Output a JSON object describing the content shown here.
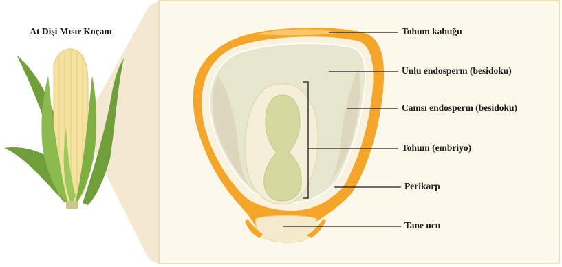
{
  "cob_title": "At Dişi Mısır Koçanı",
  "labels": {
    "seed_coat": "Tohum kabuğu",
    "floury_endosperm": "Unlu endosperm (besidoku)",
    "glassy_endosperm": "Camsı endosperm (besidoku)",
    "embryo": "Tohum (embriyo)",
    "pericarp": "Perikarp",
    "tip_cap": "Tane ucu"
  },
  "colors": {
    "panel_fill": "#fcf8ea",
    "panel_border": "#eee0b5",
    "wedge": "#f3e8d0",
    "seed_coat": "#f3a62a",
    "endosperm": "#e7e7d0",
    "glassy_endosperm": "#ddd8bd",
    "embryo_outer": "#f4efd9",
    "embryo_inner": "#d5d9a0",
    "husk": "#7fae42",
    "kernels": "#f4e2a0"
  }
}
